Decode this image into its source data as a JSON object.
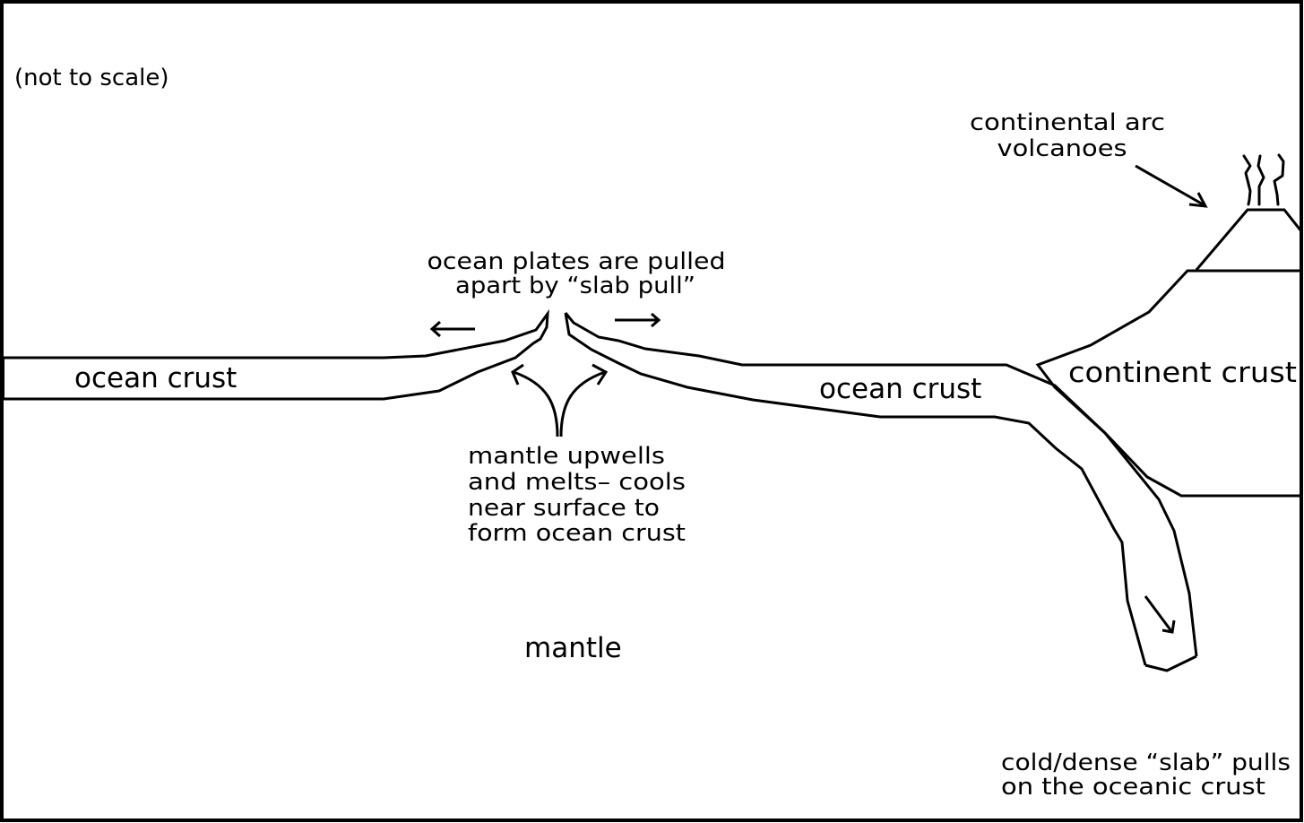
{
  "diagram": {
    "title": "Plate tectonics cross-section: mid-ocean ridge spreading and subduction (slab pull)",
    "scale_note": "(not to scale)",
    "colors": {
      "line": "#000000",
      "background": "#ffffff"
    },
    "labels": {
      "ocean_crust_left": "ocean crust",
      "ocean_crust_right": "ocean crust",
      "continent_crust": "continent crust",
      "mantle": "mantle",
      "slab_pull_caption": {
        "line1": "ocean plates are pulled",
        "line2": "apart by “slab pull”"
      },
      "upwelling_caption": {
        "line1": "mantle upwells",
        "line2": "and melts– cools",
        "line3": "near surface to",
        "line4": "form ocean crust"
      },
      "volcano_caption": {
        "line1": "continental arc",
        "line2": "volcanoes"
      },
      "slab_caption": {
        "line1": "cold/dense “slab” pulls",
        "line2": "on the oceanic crust"
      }
    },
    "icons": {
      "spreading_arrows": [
        "arrow-left-icon",
        "arrow-right-icon"
      ],
      "upwelling_arrows": [
        "curved-arrow-up-left-icon",
        "curved-arrow-up-right-icon"
      ],
      "volcano_pointer": "arrow-down-right-icon",
      "slab_direction": "arrow-down-right-icon",
      "volcanic_smoke": "smoke-wisp-icon"
    }
  }
}
